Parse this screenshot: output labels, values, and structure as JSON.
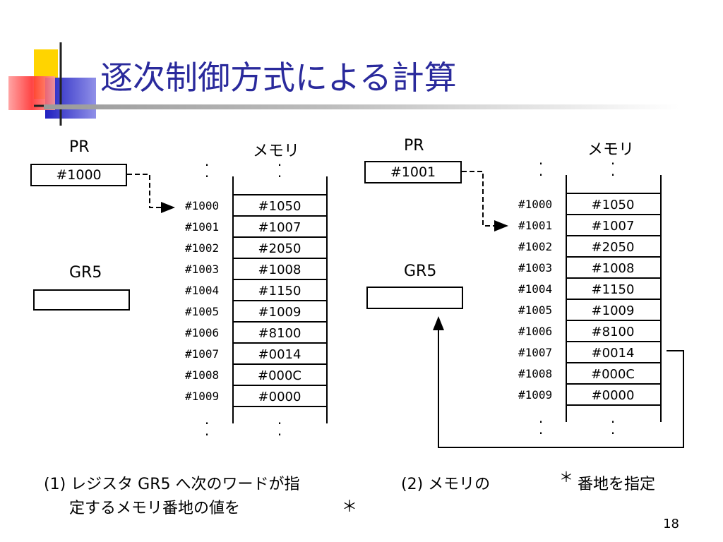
{
  "slide": {
    "title": "逐次制御方式による計算",
    "page_number": "18",
    "accent_colors": {
      "title": "#2a2a9c",
      "yellow": "#ffd400",
      "red": "#ff4040",
      "blue": "#3030d0"
    }
  },
  "panel1": {
    "pr_label": "PR",
    "pr_value": "#1000",
    "gr_label": "GR5",
    "gr_value": "",
    "memory_label": "メモリ",
    "rows": [
      {
        "addr": "#1000",
        "value": "#1050"
      },
      {
        "addr": "#1001",
        "value": "#1007"
      },
      {
        "addr": "#1002",
        "value": "#2050"
      },
      {
        "addr": "#1003",
        "value": "#1008"
      },
      {
        "addr": "#1004",
        "value": "#1150"
      },
      {
        "addr": "#1005",
        "value": "#1009"
      },
      {
        "addr": "#1006",
        "value": "#8100"
      },
      {
        "addr": "#1007",
        "value": "#0014"
      },
      {
        "addr": "#1008",
        "value": "#000C"
      },
      {
        "addr": "#1009",
        "value": "#0000"
      }
    ],
    "caption_line1": "(1) レジスタ GR5 へ次のワードが指",
    "caption_line2": "定するメモリ番地の値を",
    "caption_star": "＊"
  },
  "panel2": {
    "pr_label": "PR",
    "pr_value": "#1001",
    "gr_label": "GR5",
    "gr_value": "",
    "memory_label": "メモリ",
    "rows": [
      {
        "addr": "#1000",
        "value": "#1050"
      },
      {
        "addr": "#1001",
        "value": "#1007"
      },
      {
        "addr": "#1002",
        "value": "#2050"
      },
      {
        "addr": "#1003",
        "value": "#1008"
      },
      {
        "addr": "#1004",
        "value": "#1150"
      },
      {
        "addr": "#1005",
        "value": "#1009"
      },
      {
        "addr": "#1006",
        "value": "#8100"
      },
      {
        "addr": "#1007",
        "value": "#0014"
      },
      {
        "addr": "#1008",
        "value": "#000C"
      },
      {
        "addr": "#1009",
        "value": "#0000"
      }
    ],
    "caption_left": "(2) メモリの",
    "caption_star": "＊",
    "caption_right": "番地を指定"
  }
}
